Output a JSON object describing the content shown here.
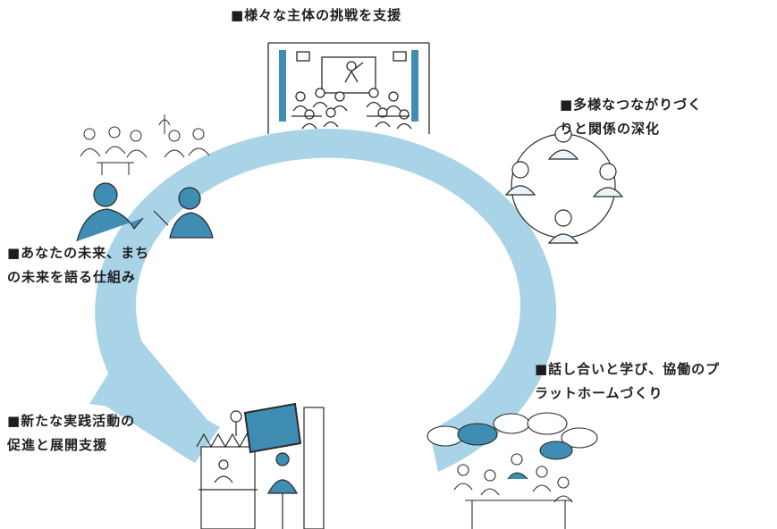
{
  "colors": {
    "ring": "#a9d4e8",
    "accent": "#3f8db3",
    "dark_accent": "#2d6f91",
    "line": "#2a2a2a",
    "background": "#ffffff"
  },
  "labels": {
    "top": {
      "line1": "■様々な主体の挑戦を支援"
    },
    "right": {
      "line1": "■多様なつながりづく",
      "line2": "りと関係の深化"
    },
    "left": {
      "line1": "■あなたの未来、まち",
      "line2": "の未来を語る仕組み"
    },
    "bottom_right": {
      "line1": "■話し合いと学び、協働のプ",
      "line2": "ラットホームづくり"
    },
    "bottom_left": {
      "line1": "■新たな実践活動の",
      "line2": "促進と展開支援"
    }
  },
  "icons": {
    "cycle": "clockwise-cycle-arrow",
    "top": "lecture-hall-illustration",
    "right": "people-network-illustration",
    "left": "people-conversation-illustration",
    "bottom_right": "group-discussion-illustration",
    "bottom_left": "market-stall-illustration"
  }
}
